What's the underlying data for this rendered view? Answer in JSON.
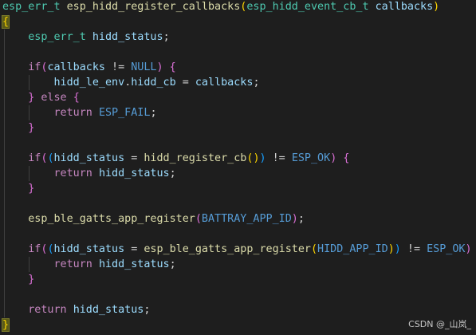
{
  "editor": {
    "language": "c",
    "theme": "dark",
    "colors": {
      "background": "#1e1e1e",
      "default_text": "#d4d4d4",
      "type": "#4ec9b0",
      "function": "#dcdcaa",
      "keyword": "#c586c0",
      "variable": "#9cdcfe",
      "macro": "#569cd6",
      "bracket_level_1": "#ffd700",
      "bracket_level_2": "#da70d6",
      "bracket_level_3": "#179fff"
    },
    "lines": [
      [
        {
          "t": "esp_err_t",
          "c": "type"
        },
        {
          "t": " ",
          "c": "op"
        },
        {
          "t": "esp_hidd_register_callbacks",
          "c": "fn"
        },
        {
          "t": "(",
          "c": "p1"
        },
        {
          "t": "esp_hidd_event_cb_t",
          "c": "type"
        },
        {
          "t": " ",
          "c": "op"
        },
        {
          "t": "callbacks",
          "c": "var"
        },
        {
          "t": ")",
          "c": "p1"
        }
      ],
      [
        {
          "t": "{",
          "c": "p1",
          "sel": true
        }
      ],
      [
        {
          "t": "    ",
          "c": "op"
        },
        {
          "t": "esp_err_t",
          "c": "type"
        },
        {
          "t": " ",
          "c": "op"
        },
        {
          "t": "hidd_status",
          "c": "var"
        },
        {
          "t": ";",
          "c": "op"
        }
      ],
      [],
      [
        {
          "t": "    ",
          "c": "op"
        },
        {
          "t": "if",
          "c": "kw"
        },
        {
          "t": "(",
          "c": "p2"
        },
        {
          "t": "callbacks",
          "c": "var"
        },
        {
          "t": " != ",
          "c": "op"
        },
        {
          "t": "NULL",
          "c": "mac"
        },
        {
          "t": ")",
          "c": "p2"
        },
        {
          "t": " ",
          "c": "op"
        },
        {
          "t": "{",
          "c": "p2"
        }
      ],
      [
        {
          "t": "        ",
          "c": "op"
        },
        {
          "t": "hidd_le_env",
          "c": "var"
        },
        {
          "t": ".",
          "c": "op"
        },
        {
          "t": "hidd_cb",
          "c": "var"
        },
        {
          "t": " = ",
          "c": "op"
        },
        {
          "t": "callbacks",
          "c": "var"
        },
        {
          "t": ";",
          "c": "op"
        }
      ],
      [
        {
          "t": "    ",
          "c": "op"
        },
        {
          "t": "}",
          "c": "p2"
        },
        {
          "t": " ",
          "c": "op"
        },
        {
          "t": "else",
          "c": "kw"
        },
        {
          "t": " ",
          "c": "op"
        },
        {
          "t": "{",
          "c": "p2"
        }
      ],
      [
        {
          "t": "        ",
          "c": "op"
        },
        {
          "t": "return",
          "c": "kw"
        },
        {
          "t": " ",
          "c": "op"
        },
        {
          "t": "ESP_FAIL",
          "c": "mac"
        },
        {
          "t": ";",
          "c": "op"
        }
      ],
      [
        {
          "t": "    ",
          "c": "op"
        },
        {
          "t": "}",
          "c": "p2"
        }
      ],
      [],
      [
        {
          "t": "    ",
          "c": "op"
        },
        {
          "t": "if",
          "c": "kw"
        },
        {
          "t": "(",
          "c": "p2"
        },
        {
          "t": "(",
          "c": "p3"
        },
        {
          "t": "hidd_status",
          "c": "var"
        },
        {
          "t": " = ",
          "c": "op"
        },
        {
          "t": "hidd_register_cb",
          "c": "fn"
        },
        {
          "t": "(",
          "c": "p1"
        },
        {
          "t": ")",
          "c": "p1"
        },
        {
          "t": ")",
          "c": "p3"
        },
        {
          "t": " != ",
          "c": "op"
        },
        {
          "t": "ESP_OK",
          "c": "mac"
        },
        {
          "t": ")",
          "c": "p2"
        },
        {
          "t": " ",
          "c": "op"
        },
        {
          "t": "{",
          "c": "p2"
        }
      ],
      [
        {
          "t": "        ",
          "c": "op"
        },
        {
          "t": "return",
          "c": "kw"
        },
        {
          "t": " ",
          "c": "op"
        },
        {
          "t": "hidd_status",
          "c": "var"
        },
        {
          "t": ";",
          "c": "op"
        }
      ],
      [
        {
          "t": "    ",
          "c": "op"
        },
        {
          "t": "}",
          "c": "p2"
        }
      ],
      [],
      [
        {
          "t": "    ",
          "c": "op"
        },
        {
          "t": "esp_ble_gatts_app_register",
          "c": "fn"
        },
        {
          "t": "(",
          "c": "p2"
        },
        {
          "t": "BATTRAY_APP_ID",
          "c": "mac"
        },
        {
          "t": ")",
          "c": "p2"
        },
        {
          "t": ";",
          "c": "op"
        }
      ],
      [],
      [
        {
          "t": "    ",
          "c": "op"
        },
        {
          "t": "if",
          "c": "kw"
        },
        {
          "t": "(",
          "c": "p2"
        },
        {
          "t": "(",
          "c": "p3"
        },
        {
          "t": "hidd_status",
          "c": "var"
        },
        {
          "t": " = ",
          "c": "op"
        },
        {
          "t": "esp_ble_gatts_app_register",
          "c": "fn"
        },
        {
          "t": "(",
          "c": "p1"
        },
        {
          "t": "HIDD_APP_ID",
          "c": "mac"
        },
        {
          "t": ")",
          "c": "p1"
        },
        {
          "t": ")",
          "c": "p3"
        },
        {
          "t": " != ",
          "c": "op"
        },
        {
          "t": "ESP_OK",
          "c": "mac"
        },
        {
          "t": ")",
          "c": "p2"
        },
        {
          "t": " ",
          "c": "op"
        },
        {
          "t": "{",
          "c": "p2"
        }
      ],
      [
        {
          "t": "        ",
          "c": "op"
        },
        {
          "t": "return",
          "c": "kw"
        },
        {
          "t": " ",
          "c": "op"
        },
        {
          "t": "hidd_status",
          "c": "var"
        },
        {
          "t": ";",
          "c": "op"
        }
      ],
      [
        {
          "t": "    ",
          "c": "op"
        },
        {
          "t": "}",
          "c": "p2"
        }
      ],
      [],
      [
        {
          "t": "    ",
          "c": "op"
        },
        {
          "t": "return",
          "c": "kw"
        },
        {
          "t": " ",
          "c": "op"
        },
        {
          "t": "hidd_status",
          "c": "var"
        },
        {
          "t": ";",
          "c": "op"
        }
      ],
      [
        {
          "t": "}",
          "c": "p1",
          "sel": true
        }
      ]
    ]
  },
  "watermark": {
    "text": "CSDN @_山岚_"
  }
}
